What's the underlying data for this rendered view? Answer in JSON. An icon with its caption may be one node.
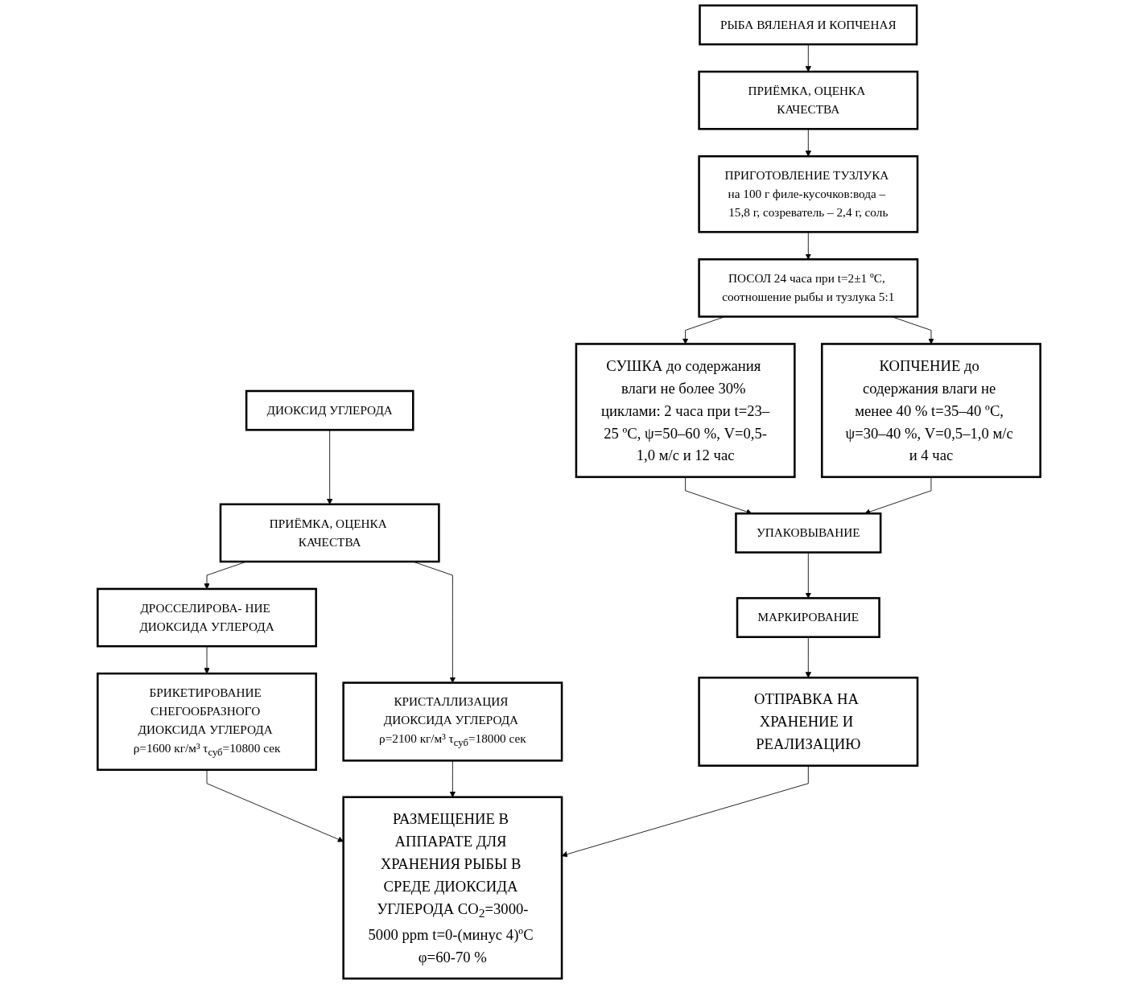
{
  "diagram": {
    "nodes": [
      {
        "text": [
          "РЫБА ВЯЛЕНАЯ И КОПЧЕНАЯ"
        ]
      },
      {
        "text": [
          "ПРИЁМКА, ОЦЕНКА КАЧЕСТВА"
        ]
      },
      {
        "text": [
          "ПРИГОТОВЛЕНИЕ ТУЗЛУКА на 100 г филе-кусочков:вода – 15,8 г, созреватель – 2,4 г, соль"
        ]
      },
      {
        "text": [
          "ПОСОЛ 24 часа при t=2±1 ºС, соотношение рыбы и тузлука 5:1"
        ]
      },
      {
        "text": [
          "СУШКА до содержания влаги не более 30% циклами: 2 часа при t=23–25 ºС, ψ=50–60 %, V=0,5-1,0 м/с и 12 час"
        ]
      },
      {
        "text": [
          "КОПЧЕНИЕ до содержания влаги не менее 40 % t=35–40 ºС, ψ=30–40 %, V=0,5–1,0 м/с и 4 час"
        ]
      },
      {
        "text": [
          "УПАКОВЫВАНИЕ"
        ]
      },
      {
        "text": [
          "МАРКИРОВАНИЕ"
        ]
      },
      {
        "text": [
          "ДИОКСИД УГЛЕРОДА"
        ]
      },
      {
        "text": [
          "ПРИЁМКА, ОЦЕНКА КАЧЕСТВА"
        ]
      },
      {
        "text": [
          "ДРОССЕЛИРОВА- НИЕ ДИОКСИДА УГЛЕРОДА"
        ]
      },
      {
        "text": [
          "КРИСТАЛЛИЗАЦИЯ ДИОКСИДА УГЛЕРОДА ρ=2100 кг/м³ τ$_{суб}$=18000 сек"
        ]
      },
      {
        "text": [
          "БРИКЕТИРОВАНИЕ СНЕГООБРАЗНОГО ДИОКСИДА УГЛЕРОДА ρ=1600 кг/м³ τ$_{суб}$=10800 сек"
        ]
      },
      {
        "text": [
          "РАЗМЕЩЕНИЕ В АППАРАТЕ ДЛЯ ХРАНЕНИЯ РЫБЫ В СРЕДЕ ДИОКСИДА УГЛЕРОДА CO$_{2}$=3000-5000 ppm t=0-(минус 4)ºС φ=60-70 %"
        ]
      },
      {
        "text": [
          "ОТПРАВКА НА ХРАНЕНИЕ И РЕАЛИЗАЦИЮ"
        ]
      }
    ],
    "edges": [
      {
        "from": 0,
        "to": 1,
        "arrow": "to"
      },
      {
        "from": 1,
        "to": 2,
        "arrow": "to"
      },
      {
        "from": 2,
        "to": 3,
        "arrow": "to"
      },
      {
        "from": 3,
        "to": 4,
        "arrow": "to"
      },
      {
        "from": 3,
        "to": 5,
        "arrow": "to"
      },
      {
        "from": 4,
        "to": 6,
        "arrow": "to"
      },
      {
        "from": 5,
        "to": 6,
        "arrow": "to"
      },
      {
        "from": 6,
        "to": 7,
        "arrow": "to"
      },
      {
        "from": 7,
        "to": 14,
        "arrow": "to"
      },
      {
        "from": 8,
        "to": 9,
        "arrow": "to"
      },
      {
        "from": 9,
        "to": 10,
        "arrow": "to"
      },
      {
        "from": 9,
        "to": 11,
        "arrow": "to"
      },
      {
        "from": 10,
        "to": 12,
        "arrow": "to"
      },
      {
        "from": 12,
        "to": 13,
        "arrow": "to"
      },
      {
        "from": 11,
        "to": 13,
        "arrow": "to"
      },
      {
        "from": 14,
        "to": 13,
        "arrow": "to"
      }
    ]
  }
}
